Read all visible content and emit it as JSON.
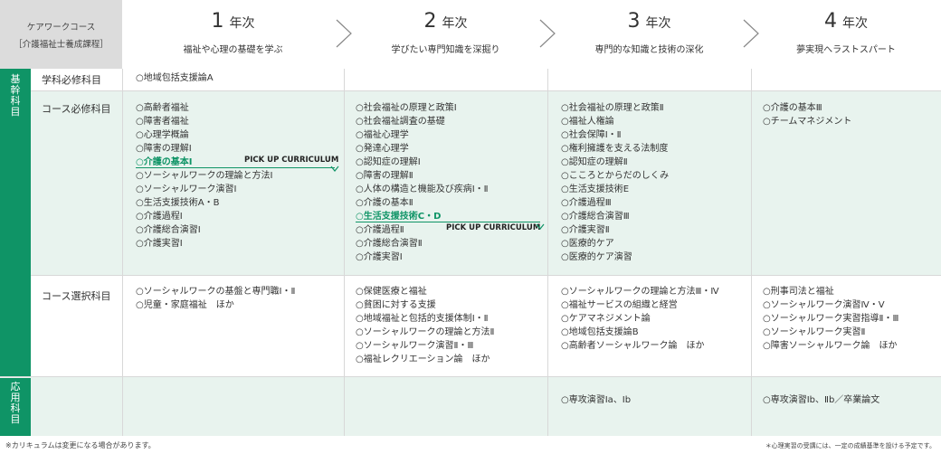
{
  "header": {
    "course_line1": "ケアワークコース",
    "course_line2": "［介護福祉士養成課程］",
    "years": [
      {
        "num": "1",
        "suffix": "年次",
        "theme": "福祉や心理の基礎を学ぶ"
      },
      {
        "num": "2",
        "suffix": "年次",
        "theme": "学びたい専門知識を深掘り"
      },
      {
        "num": "3",
        "suffix": "年次",
        "theme": "専門的な知識と技術の深化"
      },
      {
        "num": "4",
        "suffix": "年次",
        "theme": "夢実現へラストスパート"
      }
    ]
  },
  "categories": {
    "kikan": [
      "基",
      "幹",
      "科",
      "目"
    ],
    "ouyou": [
      "応",
      "用",
      "科",
      "目"
    ]
  },
  "rows": {
    "gakka": {
      "label": "学科必修科目",
      "y1": [
        "○地域包括支援論A"
      ]
    },
    "course_hissu": {
      "label": "コース必修科目",
      "y1": [
        "○高齢者福祉",
        "○障害者福祉",
        "○心理学概論",
        "○障害の理解Ⅰ",
        "○介護の基本Ⅰ",
        "○ソーシャルワークの理論と方法Ⅰ",
        "○ソーシャルワーク演習Ⅰ",
        "○生活支援技術A・B",
        "○介護過程Ⅰ",
        "○介護総合演習Ⅰ",
        "○介護実習Ⅰ"
      ],
      "y2": [
        "○社会福祉の原理と政策Ⅰ",
        "○社会福祉調査の基礎",
        "○福祉心理学",
        "○発達心理学",
        "○認知症の理解Ⅰ",
        "○障害の理解Ⅱ",
        "○人体の構造と機能及び疾病Ⅰ・Ⅱ",
        "○介護の基本Ⅱ",
        "○生活支援技術C・D",
        "○介護過程Ⅱ",
        "○介護総合演習Ⅱ",
        "○介護実習Ⅰ"
      ],
      "y3": [
        "○社会福祉の原理と政策Ⅱ",
        "○福祉人権論",
        "○社会保障Ⅰ・Ⅱ",
        "○権利擁護を支える法制度",
        "○認知症の理解Ⅱ",
        "○こころとからだのしくみ",
        "○生活支援技術E",
        "○介護過程Ⅲ",
        "○介護総合演習Ⅲ",
        "○介護実習Ⅱ",
        "○医療的ケア",
        "○医療的ケア演習"
      ],
      "y4": [
        "○介護の基本Ⅲ",
        "○チームマネジメント"
      ]
    },
    "course_sentaku": {
      "label": "コース選択科目",
      "y1": [
        "○ソーシャルワークの基盤と専門職Ⅰ・Ⅱ",
        "○児童・家庭福祉　ほか"
      ],
      "y2": [
        "○保健医療と福祉",
        "○貧困に対する支援",
        "○地域福祉と包括的支援体制Ⅰ・Ⅱ",
        "○ソーシャルワークの理論と方法Ⅱ",
        "○ソーシャルワーク演習Ⅱ・Ⅲ",
        "○福祉レクリエーション論　ほか"
      ],
      "y3": [
        "○ソーシャルワークの理論と方法Ⅲ・Ⅳ",
        "○福祉サービスの組織と経営",
        "○ケアマネジメント論",
        "○地域包括支援論B",
        "○高齢者ソーシャルワーク論　ほか"
      ],
      "y4": [
        "○刑事司法と福祉",
        "○ソーシャルワーク演習Ⅳ・Ⅴ",
        "○ソーシャルワーク実習指導Ⅱ・Ⅲ",
        "○ソーシャルワーク実習Ⅱ",
        "○障害ソーシャルワーク論　ほか"
      ]
    },
    "ouyou": {
      "y3": [
        "○専攻演習Ⅰa、Ⅰb"
      ],
      "y4": [
        "○専攻演習Ⅰb、Ⅱb／卒業論文"
      ]
    }
  },
  "pickup_label": "PICK UP CURRICULUM",
  "footnotes": {
    "left": "※カリキュラムは変更になる場合があります。",
    "right": "＊心理実習の受講には、一定の成績基準を設ける予定です。"
  },
  "colors": {
    "accent": "#0f9466",
    "light_green": "#e8f3ee",
    "header_gray": "#dcdcdc"
  }
}
